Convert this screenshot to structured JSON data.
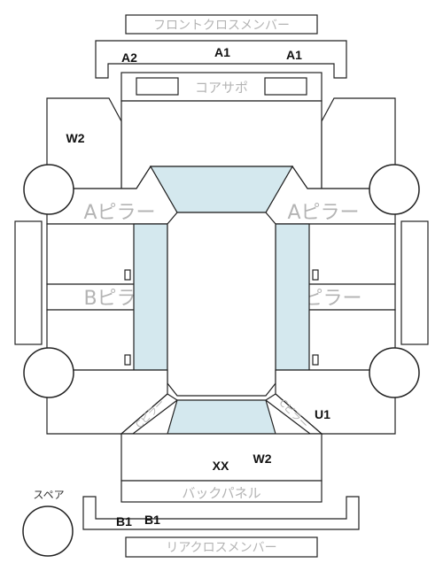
{
  "parts": {
    "front_cross_member": "フロントクロスメンバー",
    "core_support": "コアサポ",
    "a_pillar_left": "Aピラー",
    "a_pillar_right": "Aピラー",
    "b_pillar_left": "Bピラー",
    "b_pillar_right": "Bピラー",
    "back_panel": "バックパネル",
    "rear_cross_member": "リアクロスメンバー",
    "spare": "スペア",
    "c_pillar_left": "Cピラー",
    "c_pillar_right": "Cピラー"
  },
  "damage_codes": {
    "front_left": "A2",
    "front_center": "A1",
    "front_right": "A1",
    "apron_left": "W2",
    "rear_quarter_right": "U1",
    "trunk_center": "XX",
    "trunk_right": "W2",
    "rear_member_1": "B1",
    "rear_member_2": "B1"
  },
  "colors": {
    "glass": "#d4e8ee",
    "outline": "#222222",
    "label_gray": "#b4b4b4"
  }
}
